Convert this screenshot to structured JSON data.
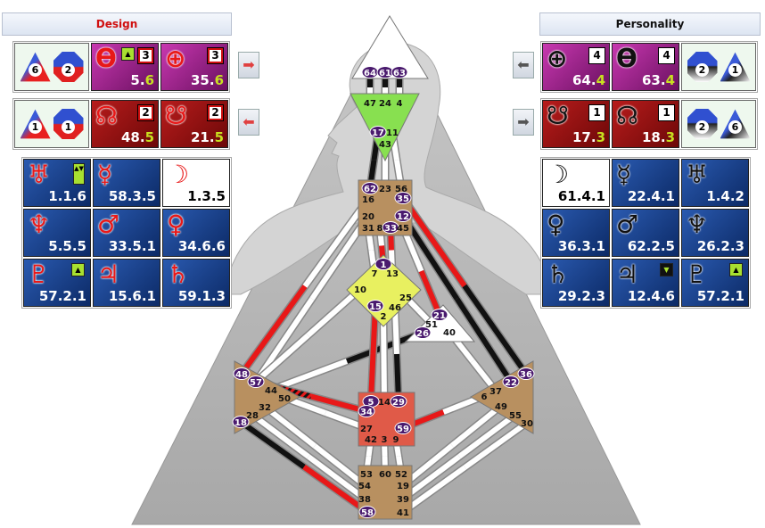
{
  "colors": {
    "design": "#e81818",
    "personality": "#111111",
    "inactive": "#ffffff",
    "gate_active_bg": "#4a1a6e"
  },
  "design": {
    "title": "Design",
    "rows": [
      {
        "triangle": "6",
        "octagon": "2",
        "cells": [
          {
            "symbol": "ϴ",
            "symbol_name": "sun-icon",
            "gate": "5.",
            "line": "6",
            "badge": "3",
            "arrow": "up",
            "color": "purple"
          },
          {
            "symbol": "⊕",
            "symbol_name": "earth-icon",
            "gate": "35.",
            "line": "6",
            "badge": "3",
            "color": "purple"
          }
        ],
        "nav": "➡"
      },
      {
        "triangle": "1",
        "octagon": "1",
        "cells": [
          {
            "symbol": "☊",
            "symbol_name": "north-node-icon",
            "gate": "48.",
            "line": "5",
            "badge": "2",
            "color": "red"
          },
          {
            "symbol": "☋",
            "symbol_name": "south-node-icon",
            "gate": "21.",
            "line": "5",
            "badge": "2",
            "color": "red"
          }
        ],
        "nav": "⬅"
      }
    ],
    "planets": [
      {
        "symbol": "♅",
        "name": "uranus",
        "value": "1.1.6",
        "arrow": "updown",
        "color": "blue"
      },
      {
        "symbol": "☿",
        "name": "mercury",
        "value": "58.3.5",
        "color": "blue"
      },
      {
        "symbol": "☽",
        "name": "moon",
        "value": "1.3.5",
        "color": "white"
      },
      {
        "symbol": "♆",
        "name": "neptune",
        "value": "5.5.5",
        "color": "blue"
      },
      {
        "symbol": "♂",
        "name": "mars",
        "value": "33.5.1",
        "color": "blue"
      },
      {
        "symbol": "♀",
        "name": "venus",
        "value": "34.6.6",
        "color": "blue"
      },
      {
        "symbol": "♇",
        "name": "pluto",
        "value": "57.2.1",
        "arrow": "up",
        "color": "blue"
      },
      {
        "symbol": "♃",
        "name": "jupiter",
        "value": "15.6.1",
        "color": "blue"
      },
      {
        "symbol": "♄",
        "name": "saturn",
        "value": "59.1.3",
        "color": "blue"
      }
    ]
  },
  "personality": {
    "title": "Personality",
    "rows": [
      {
        "triangle": "1",
        "octagon": "2",
        "cells": [
          {
            "symbol": "⊕",
            "symbol_name": "earth-icon",
            "gate": "64.",
            "line": "4",
            "badge": "4",
            "color": "purple"
          },
          {
            "symbol": "ϴ",
            "symbol_name": "sun-icon",
            "gate": "63.",
            "line": "4",
            "badge": "4",
            "color": "purple"
          }
        ],
        "nav": "⬅"
      },
      {
        "triangle": "6",
        "octagon": "2",
        "cells": [
          {
            "symbol": "☋",
            "symbol_name": "south-node-icon",
            "gate": "17.",
            "line": "3",
            "badge": "1",
            "color": "red"
          },
          {
            "symbol": "☊",
            "symbol_name": "north-node-icon",
            "gate": "18.",
            "line": "3",
            "badge": "1",
            "color": "red"
          }
        ],
        "nav": "➡"
      }
    ],
    "planets": [
      {
        "symbol": "☽",
        "name": "moon",
        "value": "61.4.1",
        "color": "white"
      },
      {
        "symbol": "☿",
        "name": "mercury",
        "value": "22.4.1",
        "color": "blue"
      },
      {
        "symbol": "♅",
        "name": "uranus",
        "value": "1.4.2",
        "color": "blue"
      },
      {
        "symbol": "♀",
        "name": "venus",
        "value": "36.3.1",
        "color": "blue"
      },
      {
        "symbol": "♂",
        "name": "mars",
        "value": "62.2.5",
        "color": "blue"
      },
      {
        "symbol": "♆",
        "name": "neptune",
        "value": "26.2.3",
        "color": "blue"
      },
      {
        "symbol": "♄",
        "name": "saturn",
        "value": "29.2.3",
        "color": "blue"
      },
      {
        "symbol": "♃",
        "name": "jupiter",
        "value": "12.4.6",
        "arrow": "down",
        "color": "blue"
      },
      {
        "symbol": "♇",
        "name": "pluto",
        "value": "57.2.1",
        "arrow": "up",
        "color": "blue"
      }
    ]
  },
  "bodygraph": {
    "centers": {
      "head": {
        "color": "#ffffff",
        "gates": [
          "64",
          "61",
          "63"
        ]
      },
      "ajna": {
        "color": "#88e050",
        "gates": [
          "47",
          "24",
          "4",
          "17",
          "11",
          "43"
        ]
      },
      "throat": {
        "color": "#b89060",
        "gates": [
          "62",
          "23",
          "56",
          "16",
          "35",
          "20",
          "12",
          "31",
          "8",
          "33",
          "45"
        ]
      },
      "g": {
        "color": "#e8f060",
        "gates": [
          "1",
          "7",
          "13",
          "10",
          "25",
          "15",
          "46",
          "2"
        ]
      },
      "heart": {
        "color": "#ffffff",
        "gates": [
          "21",
          "51",
          "26",
          "40"
        ]
      },
      "sacral": {
        "color": "#e05a48",
        "gates": [
          "5",
          "14",
          "29",
          "34",
          "27",
          "59",
          "42",
          "3",
          "9"
        ]
      },
      "root": {
        "color": "#b89060",
        "gates": [
          "53",
          "60",
          "52",
          "54",
          "19",
          "38",
          "39",
          "58",
          "41"
        ]
      },
      "spleen": {
        "color": "#b89060",
        "gates": [
          "48",
          "57",
          "44",
          "50",
          "32",
          "28",
          "18"
        ]
      },
      "solar_plexus": {
        "color": "#b89060",
        "gates": [
          "36",
          "22",
          "37",
          "6",
          "49",
          "55",
          "30"
        ]
      }
    },
    "active_gates": [
      "64",
      "61",
      "63",
      "17",
      "62",
      "35",
      "12",
      "33",
      "1",
      "15",
      "21",
      "26",
      "5",
      "29",
      "34",
      "59",
      "58",
      "48",
      "57",
      "18",
      "36",
      "22"
    ],
    "channels": [
      {
        "a": "64",
        "b": "47",
        "sa": "p",
        "sb": "n"
      },
      {
        "a": "61",
        "b": "24",
        "sa": "p",
        "sb": "n"
      },
      {
        "a": "63",
        "b": "4",
        "sa": "p",
        "sb": "n"
      },
      {
        "a": "17",
        "b": "62",
        "sa": "p",
        "sb": "p"
      },
      {
        "a": "11",
        "b": "56",
        "sa": "n",
        "sb": "n"
      },
      {
        "a": "43",
        "b": "23",
        "sa": "n",
        "sb": "n"
      },
      {
        "a": "16",
        "b": "48",
        "sa": "n",
        "sb": "d"
      },
      {
        "a": "20",
        "b": "57",
        "sa": "n",
        "sb": "n"
      },
      {
        "a": "31",
        "b": "7",
        "sa": "n",
        "sb": "n"
      },
      {
        "a": "8",
        "b": "1",
        "sa": "n",
        "sb": "d"
      },
      {
        "a": "33",
        "b": "13",
        "sa": "d",
        "sb": "n"
      },
      {
        "a": "35",
        "b": "36",
        "sa": "d",
        "sb": "p"
      },
      {
        "a": "12",
        "b": "22",
        "sa": "p",
        "sb": "p"
      },
      {
        "a": "45",
        "b": "21",
        "sa": "n",
        "sb": "d"
      },
      {
        "a": "25",
        "b": "51",
        "sa": "n",
        "sb": "n"
      },
      {
        "a": "26",
        "b": "44",
        "sa": "p",
        "sb": "n"
      },
      {
        "a": "40",
        "b": "37",
        "sa": "n",
        "sb": "n"
      },
      {
        "a": "10",
        "b": "57",
        "sa": "n",
        "sb": "n"
      },
      {
        "a": "15",
        "b": "5",
        "sa": "d",
        "sb": "d"
      },
      {
        "a": "2",
        "b": "14",
        "sa": "n",
        "sb": "n"
      },
      {
        "a": "46",
        "b": "29",
        "sa": "n",
        "sb": "p"
      },
      {
        "a": "57",
        "b": "34",
        "sa": "both",
        "sb": "d"
      },
      {
        "a": "27",
        "b": "50",
        "sa": "n",
        "sb": "n"
      },
      {
        "a": "59",
        "b": "6",
        "sa": "d",
        "sb": "n"
      },
      {
        "a": "42",
        "b": "53",
        "sa": "n",
        "sb": "n"
      },
      {
        "a": "3",
        "b": "60",
        "sa": "n",
        "sb": "n"
      },
      {
        "a": "9",
        "b": "52",
        "sa": "n",
        "sb": "n"
      },
      {
        "a": "18",
        "b": "58",
        "sa": "p",
        "sb": "d"
      },
      {
        "a": "28",
        "b": "38",
        "sa": "n",
        "sb": "n"
      },
      {
        "a": "32",
        "b": "54",
        "sa": "n",
        "sb": "n"
      },
      {
        "a": "49",
        "b": "19",
        "sa": "n",
        "sb": "n"
      },
      {
        "a": "55",
        "b": "39",
        "sa": "n",
        "sb": "n"
      },
      {
        "a": "30",
        "b": "41",
        "sa": "n",
        "sb": "n"
      }
    ]
  }
}
